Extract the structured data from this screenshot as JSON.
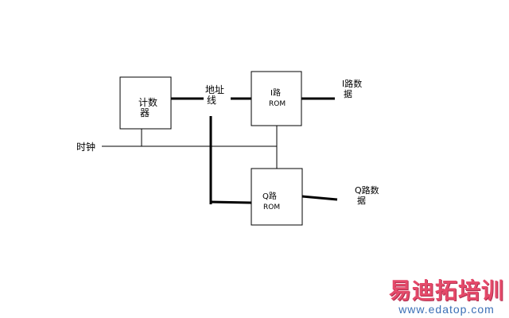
{
  "blocks": {
    "counter": [
      "计数",
      "器"
    ],
    "i_rom": [
      "I路",
      "ROM"
    ],
    "q_rom": [
      "Q路",
      "ROM"
    ]
  },
  "labels": {
    "address_line": [
      "地址",
      "线"
    ],
    "clock": "时钟",
    "i_data": [
      "I路数",
      "据"
    ],
    "q_data": [
      "Q路数",
      "据"
    ]
  },
  "watermark": {
    "title": "易迪拓培训",
    "url": "www.edatop.com",
    "colors": {
      "title": "#e54a6a",
      "url": "#3b6fb6"
    }
  }
}
